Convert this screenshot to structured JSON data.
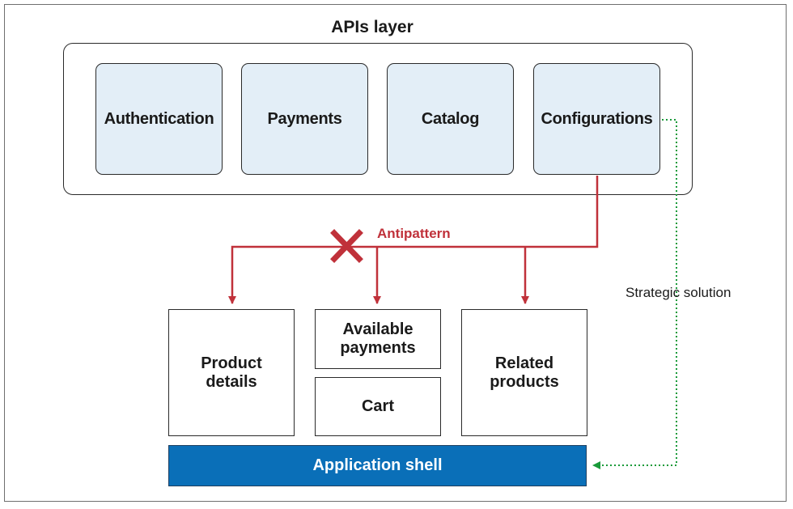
{
  "title": "APIs layer",
  "apis": [
    {
      "label": "Authentication"
    },
    {
      "label": "Payments"
    },
    {
      "label": "Catalog"
    },
    {
      "label": "Configurations"
    }
  ],
  "microfrontends": {
    "product_details": "Product\ndetails",
    "available_payments": "Available\npayments",
    "cart": "Cart",
    "related_products": "Related\nproducts"
  },
  "app_shell": "Application shell",
  "antipattern_label": "Antipattern",
  "strategic_label": "Strategic solution",
  "colors": {
    "antipattern": "#c0313a",
    "strategic": "#1a9a3a",
    "api_fill": "#e3eef7",
    "shell_fill": "#0a6fb8"
  }
}
